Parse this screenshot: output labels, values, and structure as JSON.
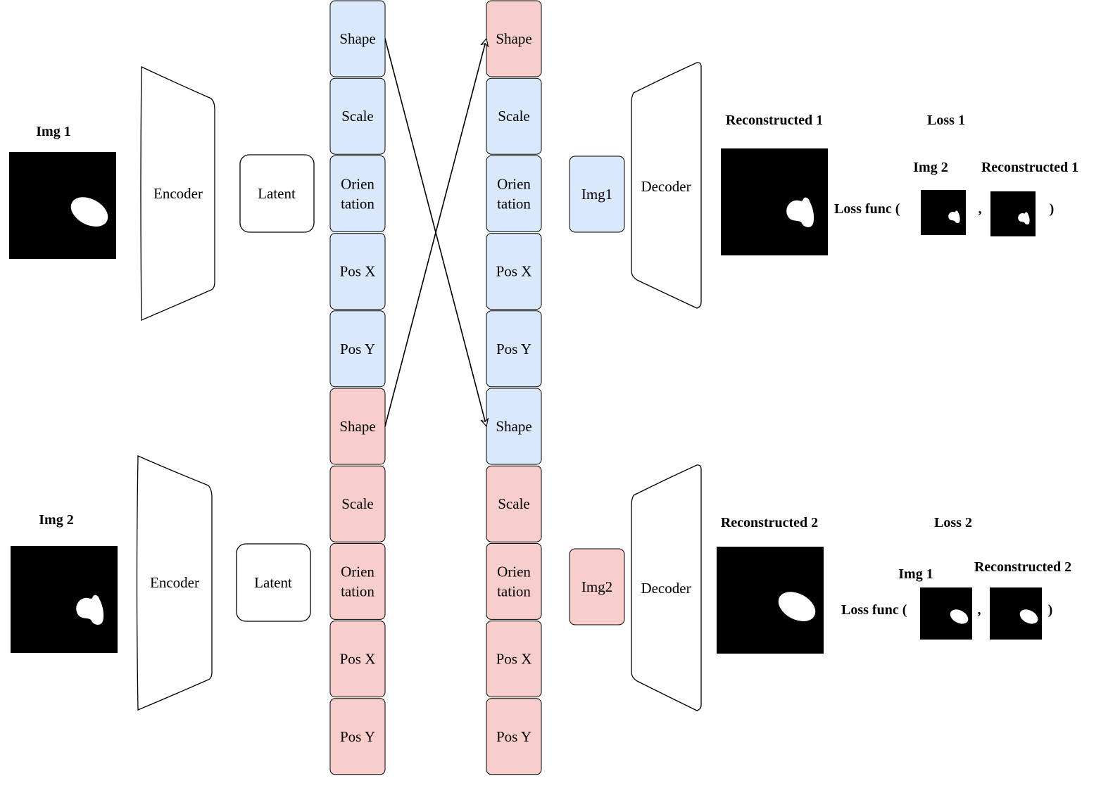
{
  "colors": {
    "blue": "#dae8fc",
    "red": "#f8cecc",
    "stroke": "#000000",
    "image_bg": "#000000",
    "shape_fill": "#ffffff"
  },
  "row1": {
    "input_label": "Img 1",
    "input_shape": "ellipse",
    "encoder_label": "Encoder",
    "latent_label": "Latent",
    "decoder_tag": "Img1",
    "decoder_label": "Decoder",
    "recon_label": "Reconstructed 1",
    "recon_shape": "heart",
    "loss_title": "Loss 1",
    "loss_img_a_label": "Img 2",
    "loss_img_b_label": "Reconstructed 1",
    "loss_func_label": "Loss func (",
    "loss_comma": ",",
    "loss_close": ")"
  },
  "row2": {
    "input_label": "Img 2",
    "input_shape": "heart",
    "encoder_label": "Encoder",
    "latent_label": "Latent",
    "decoder_tag": "Img2",
    "decoder_label": "Decoder",
    "recon_label": "Reconstructed 2",
    "recon_shape": "ellipse",
    "loss_title": "Loss 2",
    "loss_img_a_label": "Img 1",
    "loss_img_b_label": "Reconstructed 2",
    "loss_func_label": "Loss func (",
    "loss_comma": ",",
    "loss_close": ")"
  },
  "latent_column_left": [
    {
      "lines": [
        "Shape"
      ],
      "color": "blue"
    },
    {
      "lines": [
        "Scale"
      ],
      "color": "blue"
    },
    {
      "lines": [
        "Orien",
        "tation"
      ],
      "color": "blue"
    },
    {
      "lines": [
        "Pos X"
      ],
      "color": "blue"
    },
    {
      "lines": [
        "Pos Y"
      ],
      "color": "blue"
    },
    {
      "lines": [
        "Shape"
      ],
      "color": "red"
    },
    {
      "lines": [
        "Scale"
      ],
      "color": "red"
    },
    {
      "lines": [
        "Orien",
        "tation"
      ],
      "color": "red"
    },
    {
      "lines": [
        "Pos X"
      ],
      "color": "red"
    },
    {
      "lines": [
        "Pos Y"
      ],
      "color": "red"
    }
  ],
  "latent_column_right": [
    {
      "lines": [
        "Shape"
      ],
      "color": "red"
    },
    {
      "lines": [
        "Scale"
      ],
      "color": "blue"
    },
    {
      "lines": [
        "Orien",
        "tation"
      ],
      "color": "blue"
    },
    {
      "lines": [
        "Pos X"
      ],
      "color": "blue"
    },
    {
      "lines": [
        "Pos Y"
      ],
      "color": "blue"
    },
    {
      "lines": [
        "Shape"
      ],
      "color": "blue"
    },
    {
      "lines": [
        "Scale"
      ],
      "color": "red"
    },
    {
      "lines": [
        "Orien",
        "tation"
      ],
      "color": "red"
    },
    {
      "lines": [
        "Pos X"
      ],
      "color": "red"
    },
    {
      "lines": [
        "Pos Y"
      ],
      "color": "red"
    }
  ],
  "swap_arrows": [
    {
      "from": "left-0",
      "to": "right-5"
    },
    {
      "from": "left-5",
      "to": "right-0"
    }
  ]
}
